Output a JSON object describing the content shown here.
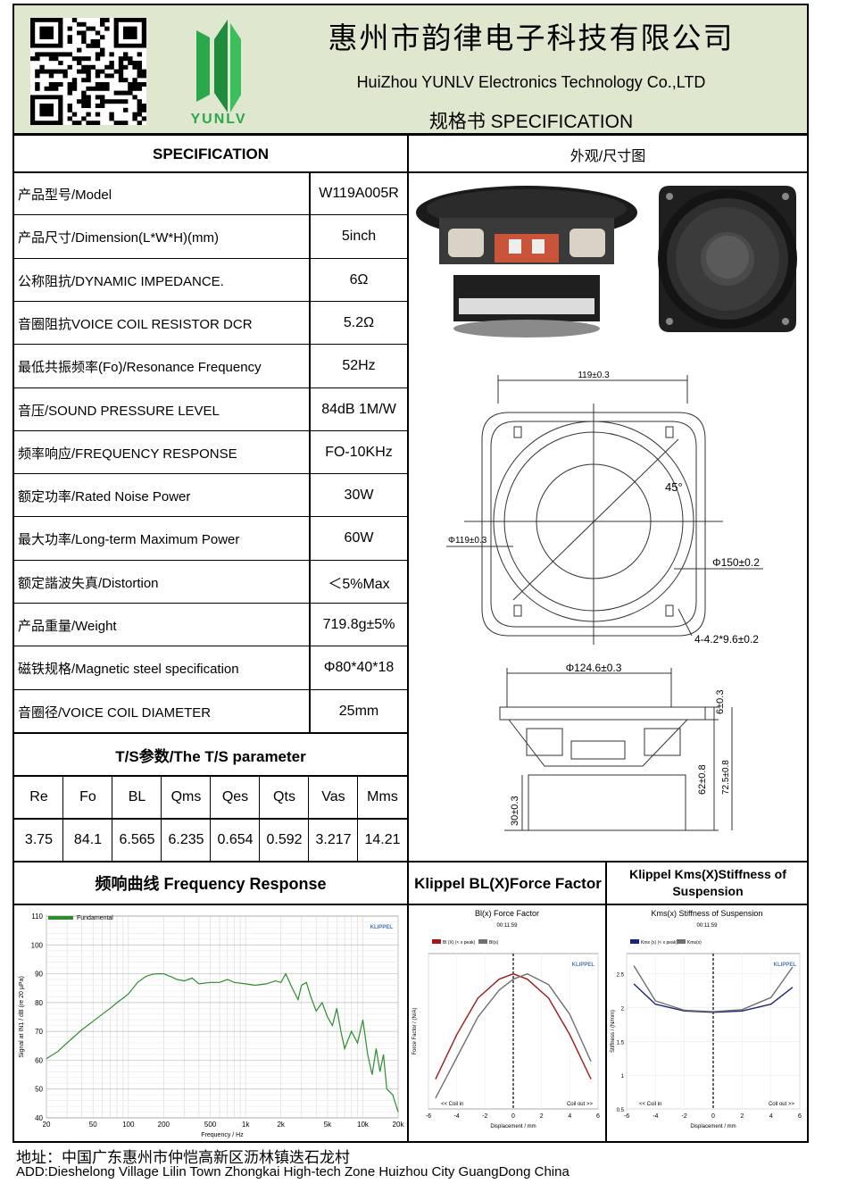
{
  "header": {
    "company_cn": "惠州市韵律电子科技有限公司",
    "company_en": "HuiZhou YUNLV Electronics Technology Co.,LTD",
    "spec_title": "规格书  SPECIFICATION",
    "logo_text": "YUNLV"
  },
  "spec": {
    "title": "SPECIFICATION",
    "appearance_title": "外观/尺寸图",
    "rows": [
      {
        "label": "产品型号/Model",
        "value": "W119A005R"
      },
      {
        "label": "产品尺寸/Dimension(L*W*H)(mm)",
        "value": "5inch"
      },
      {
        "label": "公称阻抗/DYNAMIC IMPEDANCE.",
        "value": "6Ω"
      },
      {
        "label": "音圈阻抗VOICE COIL RESISTOR DCR",
        "value": "5.2Ω"
      },
      {
        "label": "最低共振频率(Fo)/Resonance Frequency",
        "value": "52Hz"
      },
      {
        "label": "音压/SOUND PRESSURE LEVEL",
        "value": "84dB 1M/W"
      },
      {
        "label": "频率响应/FREQUENCY RESPONSE",
        "value": "FO-10KHz"
      },
      {
        "label": "额定功率/Rated Noise Power",
        "value": "30W"
      },
      {
        "label": "最大功率/Long-term Maximum Power",
        "value": "60W"
      },
      {
        "label": "额定諧波失真/Distortion",
        "value": "＜5%Max"
      },
      {
        "label": "产品重量/Weight",
        "value": "719.8g±5%"
      },
      {
        "label": "磁铁规格/Magnetic steel specification",
        "value": "Φ80*40*18"
      },
      {
        "label": "音圈径/VOICE COIL DIAMETER",
        "value": "25mm"
      }
    ]
  },
  "ts": {
    "title": "T/S参数/The T/S parameter",
    "headers": [
      "Re",
      "Fo",
      "BL",
      "Qms",
      "Qes",
      "Qts",
      "Vas",
      "Mms"
    ],
    "values": [
      "3.75",
      "84.1",
      "6.565",
      "6.235",
      "0.654",
      "0.592",
      "3.217",
      "14.21"
    ]
  },
  "drawing": {
    "label_119": "119±0.3",
    "label_phi119": "Φ119±0.3",
    "label_45": "45°",
    "label_phi150": "Φ150±0.2",
    "label_holes": "4-4.2*9.6±0.2",
    "label_phi124": "Φ124.6±0.3",
    "label_6": "6±0.3",
    "label_62": "62±0.8",
    "label_72": "72.5±0.8",
    "label_30": "30±0.3"
  },
  "bottom": {
    "fr_title": "频响曲线 Frequency Response",
    "bl_title": "Klippel BL(X)Force Factor",
    "kms_title": "Klippel Kms(X)Stiffness of Suspension"
  },
  "footer": {
    "address_cn": "地址：中国广东惠州市仲恺高新区沥林镇迭石龙村",
    "address_en": "ADD:Dieshelong Village Lilin  Town Zhongkai High-tech Zone Huizhou City GuangDong China"
  },
  "chart_data": [
    {
      "type": "line",
      "title": "",
      "xlabel": "Frequency / Hz",
      "ylabel": "Signal at IN1 / dB (re 20 µPa)",
      "x_scale": "log",
      "xlim": [
        20,
        20000
      ],
      "ylim": [
        40,
        110
      ],
      "x_ticks": [
        20,
        50,
        100,
        200,
        500,
        1000,
        2000,
        5000,
        10000,
        20000
      ],
      "x_tick_labels": [
        "20",
        "50",
        "100",
        "200",
        "500",
        "1k",
        "2k",
        "5k",
        "10k",
        "20k"
      ],
      "y_ticks": [
        40,
        50,
        60,
        70,
        80,
        90,
        100,
        110
      ],
      "legend": "top-left",
      "logo": "KLIPPEL",
      "series": [
        {
          "name": "Fundamental",
          "color": "#2e8b2e",
          "x": [
            20,
            25,
            30,
            40,
            50,
            60,
            70,
            80,
            90,
            100,
            120,
            140,
            160,
            180,
            200,
            230,
            260,
            300,
            350,
            400,
            500,
            600,
            700,
            800,
            1000,
            1200,
            1500,
            1800,
            2000,
            2200,
            2500,
            2800,
            3000,
            3300,
            3600,
            4000,
            4500,
            5000,
            5500,
            6000,
            6500,
            7000,
            8000,
            9000,
            10000,
            11000,
            12000,
            13000,
            14000,
            15000,
            16000,
            18000,
            20000
          ],
          "y": [
            60.5,
            63,
            66,
            70.5,
            73.5,
            76,
            78,
            80,
            81.5,
            83,
            87,
            89,
            89.8,
            90,
            90,
            89,
            88,
            87.5,
            88.5,
            86.5,
            87,
            87,
            88,
            87,
            86.5,
            86,
            86.5,
            87.5,
            87,
            90,
            85,
            81,
            86,
            87,
            82,
            77,
            80,
            75,
            72,
            78,
            70,
            64,
            70,
            66,
            74,
            62,
            55,
            64,
            56,
            62,
            50,
            48,
            42
          ]
        }
      ]
    },
    {
      "type": "line",
      "title": "Bl(x) Force Factor",
      "subtitle": "00:11:59",
      "xlabel": "Displacement / mm",
      "ylabel": "Force Factor / (N/A)",
      "xlim": [
        -6,
        6
      ],
      "x_ticks": [
        -6,
        -4,
        -2,
        0,
        2,
        4,
        6
      ],
      "annotations": [
        "<< Coil in",
        "Coil out >>"
      ],
      "legend": "top-left",
      "logo": "KLIPPEL",
      "series": [
        {
          "name": "Bl (X) (< x peak)",
          "color": "#a01818",
          "x": [
            -5.5,
            -4,
            -2.5,
            -1,
            0,
            1,
            2.5,
            4,
            5.5
          ],
          "y": [
            0.22,
            0.55,
            0.82,
            0.96,
            1.0,
            0.96,
            0.82,
            0.55,
            0.22
          ]
        },
        {
          "name": "Bl(x)",
          "color": "#707070",
          "x": [
            -5.5,
            -4,
            -2.5,
            -1,
            0,
            1,
            2.5,
            4,
            5.5
          ],
          "y": [
            0.08,
            0.38,
            0.68,
            0.88,
            0.96,
            1.0,
            0.92,
            0.7,
            0.35
          ]
        }
      ]
    },
    {
      "type": "line",
      "title": "Kms(x) Stiffness of Suspension",
      "subtitle": "00:11:59",
      "xlabel": "Displacement / mm",
      "ylabel": "Stiffness / (N/mm)",
      "xlim": [
        -6,
        6
      ],
      "ylim": [
        0.5,
        2.5
      ],
      "x_ticks": [
        -6,
        -4,
        -2,
        0,
        2,
        4,
        6
      ],
      "y_ticks": [
        0.5,
        1.0,
        1.5,
        2.0,
        2.5
      ],
      "annotations": [
        "<< Coil in",
        "Coil out >>"
      ],
      "legend": "top-left",
      "logo": "KLIPPEL",
      "series": [
        {
          "name": "Kms (x) (< x peak)",
          "color": "#1a237e",
          "x": [
            -5.5,
            -4,
            -2,
            0,
            2,
            4,
            5.5
          ],
          "y": [
            2.35,
            2.05,
            1.95,
            1.93,
            1.95,
            2.05,
            2.3
          ]
        },
        {
          "name": "Kms(x)",
          "color": "#707070",
          "x": [
            -5.5,
            -4,
            -2,
            0,
            2,
            4,
            5.5
          ],
          "y": [
            2.62,
            2.1,
            1.96,
            1.94,
            1.97,
            2.15,
            2.6
          ]
        }
      ]
    }
  ]
}
